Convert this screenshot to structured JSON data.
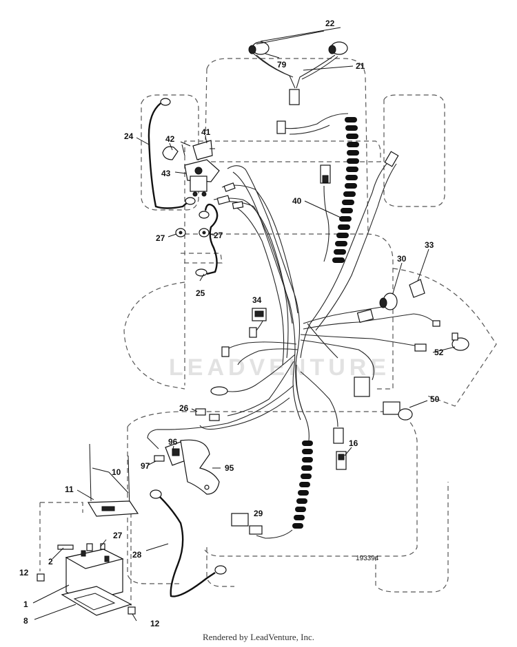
{
  "diagram": {
    "drawing_number": "193394",
    "watermark": "LEADVENTURE",
    "callouts": {
      "c22": "22",
      "c79": "79",
      "c21": "21",
      "c24": "24",
      "c42": "42",
      "c41": "41",
      "c43": "43",
      "c40": "40",
      "c27a": "27",
      "c27b": "27",
      "c25": "25",
      "c34": "34",
      "c30": "30",
      "c33": "33",
      "c52": "52",
      "c50": "50",
      "c26": "26",
      "c96": "96",
      "c97": "97",
      "c95": "95",
      "c16": "16",
      "c10": "10",
      "c11": "11",
      "c29": "29",
      "c27c": "27",
      "c28": "28",
      "c12a": "12",
      "c2": "2",
      "c1": "1",
      "c8": "8",
      "c12b": "12"
    }
  },
  "footer": {
    "text": "Rendered by LeadVenture, Inc."
  }
}
